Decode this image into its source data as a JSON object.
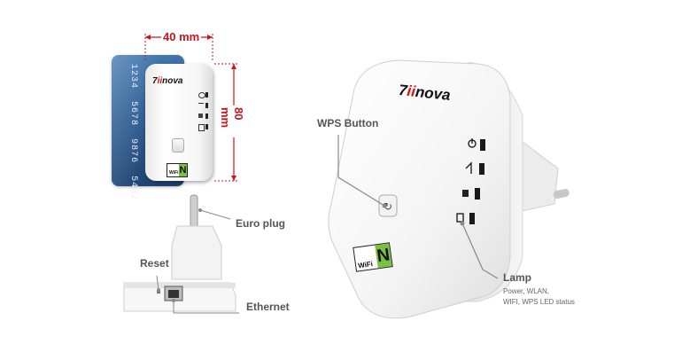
{
  "dimensions": {
    "width_label": "40 mm",
    "height_label": "80 mm"
  },
  "card": {
    "number_lines": [
      "1234",
      "5678",
      "9876",
      "5432"
    ]
  },
  "brand": {
    "digit": "7",
    "accent": "ii",
    "name": "nova"
  },
  "badge": {
    "left": "WiFi",
    "right": "N"
  },
  "callouts": {
    "wps": "WPS Button",
    "euro_plug": "Euro plug",
    "reset": "Reset",
    "ethernet": "Ethernet",
    "lamp": "Lamp",
    "lamp_detail_1": "Power, WLAN,",
    "lamp_detail_2": "WIFI, WPS LED status"
  },
  "colors": {
    "dimension": "#c4161c",
    "callout_text": "#555555",
    "badge_green": "#7ac143",
    "brand_red": "#d7141a",
    "card_blue": "#2f5f93"
  }
}
